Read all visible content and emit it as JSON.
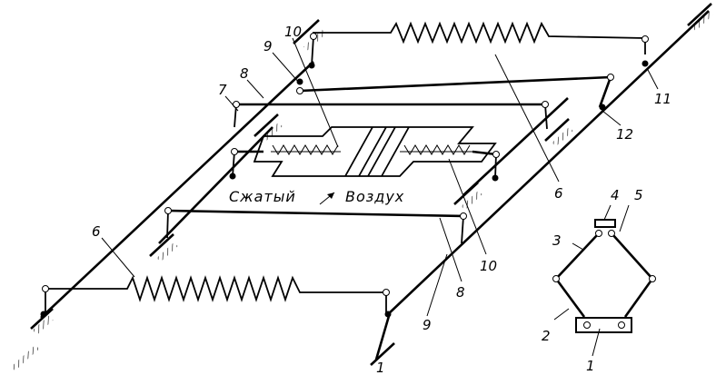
{
  "title": "Pneumatic gripper linkage diagram",
  "labels": {
    "l10_top": "10",
    "l9_top": "9",
    "l8_top": "8",
    "l7": "7",
    "l6_left": "6",
    "l6_right": "6",
    "l10_bottom": "10",
    "l8_bottom": "8",
    "l9_bottom": "9",
    "l1_bottom": "1",
    "l11": "11",
    "l12": "12"
  },
  "caption": {
    "left": "Сжатый",
    "right": "Воздух"
  },
  "detail": {
    "l4": "4",
    "l5": "5",
    "l3": "3",
    "l2": "2",
    "l1": "1"
  }
}
